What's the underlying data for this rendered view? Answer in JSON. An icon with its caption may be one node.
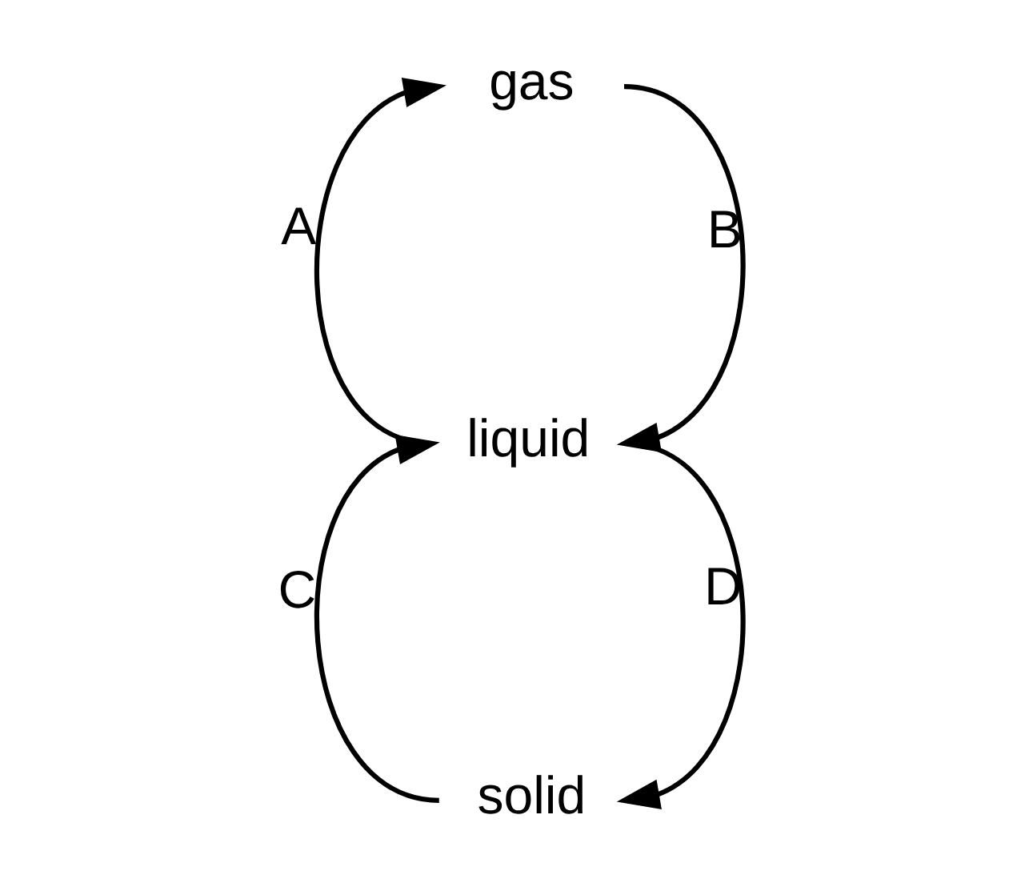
{
  "diagram": {
    "nodes": [
      {
        "text": [
          "gas"
        ]
      },
      {
        "text": [
          "liquid"
        ]
      },
      {
        "text": [
          "solid"
        ]
      }
    ],
    "edges": [
      {
        "from": 1,
        "to": 0,
        "arrow": "to",
        "label": "A"
      },
      {
        "from": 0,
        "to": 1,
        "arrow": "to",
        "label": "B"
      },
      {
        "from": 2,
        "to": 1,
        "arrow": "to",
        "label": "C"
      },
      {
        "from": 1,
        "to": 2,
        "arrow": "to",
        "label": "D"
      }
    ]
  }
}
